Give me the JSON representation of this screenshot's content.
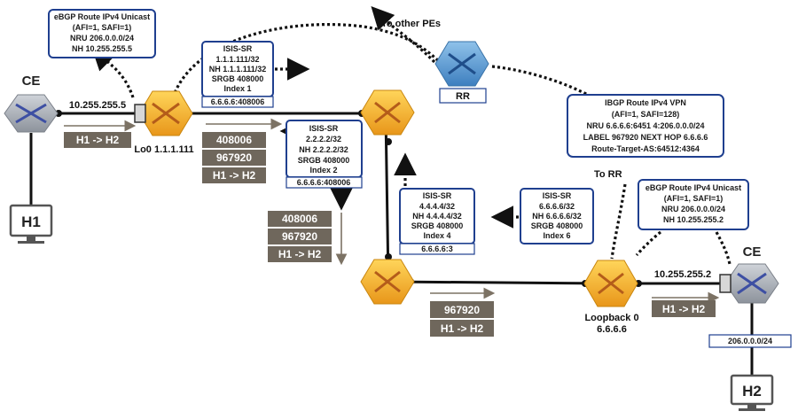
{
  "ce_left": {
    "label": "CE",
    "ip": "10.255.255.5"
  },
  "ce_right": {
    "label": "CE",
    "ip": "10.255.255.2"
  },
  "hosts": {
    "h1": "H1",
    "h2": "H2"
  },
  "pe1": {
    "label": "Lo0 1.1.1.111"
  },
  "pe2": {
    "label": "Loopback 0",
    "sub": "6.6.6.6"
  },
  "rr": {
    "label": "RR"
  },
  "to_other_pes": "To other PEs",
  "to_rr": "To RR",
  "ebgp_left": {
    "lines": [
      "eBGP Route IPv4 Unicast",
      "(AFI=1, SAFI=1)",
      "NRU 206.0.0.0/24",
      "NH 10.255.255.5"
    ]
  },
  "ebgp_right": {
    "lines": [
      "eBGP Route IPv4 Unicast",
      "(AFI=1, SAFI=1)",
      "NRU 206.0.0.0/24",
      "NH 10.255.255.2"
    ]
  },
  "ibgp": {
    "lines": [
      "IBGP Route IPv4 VPN",
      "(AFI=1, SAFI=128)",
      "NRU 6.6.6.6:6451  4:206.0.0.0/24",
      "LABEL 967920   NEXT HOP 6.6.6.6",
      "Route-Target-AS:64512:4364"
    ]
  },
  "isis_1": {
    "lines": [
      "ISIS-SR",
      "1.1.1.111/32",
      "NH 1.1.1.111/32",
      "SRGB 408000",
      "Index 1"
    ],
    "tag": "6.6.6.6:408006"
  },
  "isis_2": {
    "lines": [
      "ISIS-SR",
      "2.2.2.2/32",
      "NH 2.2.2.2/32",
      "SRGB 408000",
      "Index 2"
    ],
    "tag": "6.6.6.6:408006"
  },
  "isis_4": {
    "lines": [
      "ISIS-SR",
      "4.4.4.4/32",
      "NH 4.4.4.4/32",
      "SRGB 408000",
      "Index 4"
    ],
    "tag": "6.6.6.6:3"
  },
  "isis_6": {
    "lines": [
      "ISIS-SR",
      "6.6.6.6/32",
      "NH 6.6.6.6/32",
      "SRGB 408000",
      "Index 6"
    ]
  },
  "flows": {
    "ce_left": [
      "H1 -> H2"
    ],
    "pe1_out": [
      "408006",
      "967920",
      "H1 -> H2"
    ],
    "mid": [
      "408006",
      "967920",
      "H1 -> H2"
    ],
    "bottom": [
      "967920",
      "H1 -> H2"
    ],
    "pe2_out": [
      "H1 -> H2"
    ]
  },
  "prefix_box": "206.0.0.0/24",
  "colors": {
    "router_orange": "#f2a81d",
    "router_gray": "#a9aeb6",
    "rr_blue": "#5f9bd0",
    "box_border": "#1f3f8f",
    "label_fill": "#6f675c"
  }
}
